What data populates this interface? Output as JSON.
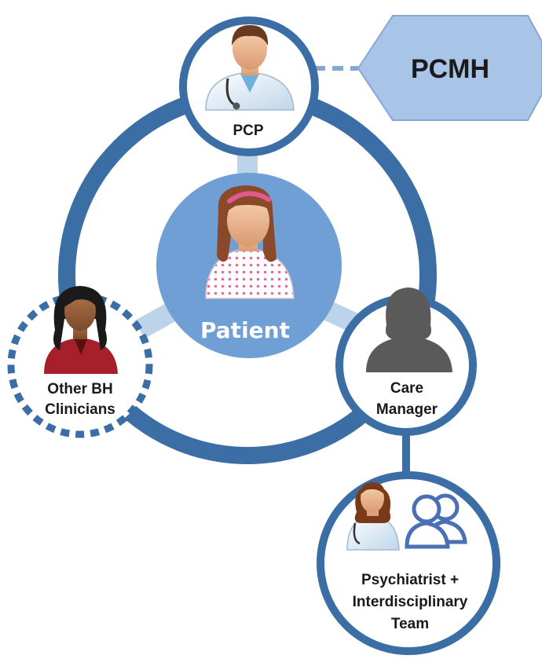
{
  "badge": {
    "label": "PCMH",
    "fill": "#a8c4e6",
    "stroke": "#86a7d6"
  },
  "colors": {
    "ring": "#3a6ea5",
    "spoke": "#bcd3ea",
    "patient_disc": "#6f9fd4",
    "node_fill": "#ffffff"
  },
  "nodes": {
    "patient": {
      "label": "Patient",
      "icon": "patient-icon"
    },
    "pcp": {
      "label": "PCP",
      "icon": "doctor-icon"
    },
    "care_manager": {
      "lines": [
        "Care",
        "Manager"
      ],
      "icon": "person-silhouette-icon"
    },
    "other_bh": {
      "lines": [
        "Other BH",
        "Clinicians"
      ],
      "icon": "woman-clinician-icon"
    },
    "psychiatrist": {
      "lines": [
        "Psychiatrist +",
        "Interdisciplinary",
        "Team"
      ],
      "icon": "psychiatrist-team-icon"
    }
  }
}
